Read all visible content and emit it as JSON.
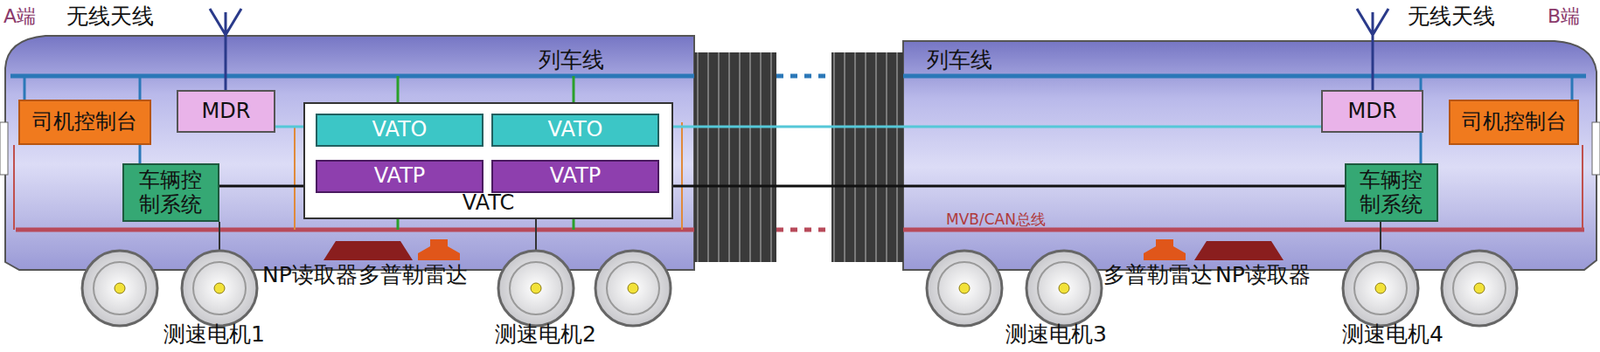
{
  "diagram": {
    "nodes": [
      {
        "text": [
          "司机控制台"
        ]
      },
      {
        "text": [
          "MDR"
        ]
      },
      {
        "text": [
          "VATC"
        ]
      },
      {
        "text": [
          "VATO"
        ],
        "in": 2
      },
      {
        "text": [
          "VATO"
        ],
        "in": 2
      },
      {
        "text": [
          "VATP"
        ],
        "in": 2
      },
      {
        "text": [
          "VATP"
        ],
        "in": 2
      },
      {
        "text": [
          "车辆控制系统"
        ]
      },
      {
        "text": [
          "MDR"
        ]
      },
      {
        "text": [
          "司机控制台"
        ]
      },
      {
        "text": [
          "车辆控制系统"
        ]
      }
    ],
    "edges": [
      {
        "from": 3,
        "to": 5,
        "arrow": "both"
      },
      {
        "from": 4,
        "to": 6,
        "arrow": "both"
      },
      {
        "from": 1,
        "to": 3,
        "arrow": "none"
      },
      {
        "from": 4,
        "to": 8,
        "arrow": "none"
      },
      {
        "from": 7,
        "to": 2,
        "arrow": "none"
      },
      {
        "from": 2,
        "to": 10,
        "arrow": "none"
      }
    ],
    "labels": [
      "A端",
      "无线天线",
      "列车线",
      "NP读取器",
      "多普勒雷达",
      "测速电机1",
      "测速电机2",
      "列车线",
      "MVB/CAN总线",
      "多普勒雷达",
      "NP读取器",
      "测速电机3",
      "测速电机4",
      "无线天线",
      "B端"
    ]
  }
}
